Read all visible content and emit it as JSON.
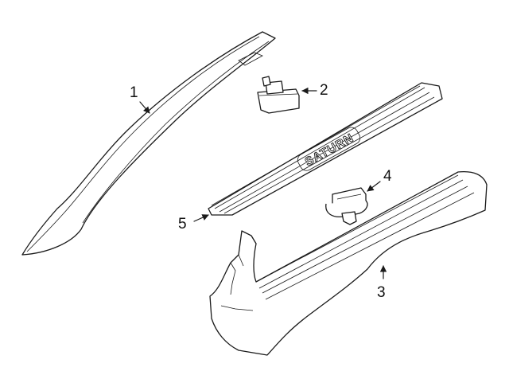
{
  "callouts": [
    {
      "id": "1",
      "label": "1",
      "part": "roof-rail-molding"
    },
    {
      "id": "2",
      "label": "2",
      "part": "clip"
    },
    {
      "id": "3",
      "label": "3",
      "part": "rocker-panel-molding"
    },
    {
      "id": "4",
      "label": "4",
      "part": "retainer-clip"
    },
    {
      "id": "5",
      "label": "5",
      "part": "sill-plate"
    }
  ],
  "sill_plate_emblem": "SATURN"
}
